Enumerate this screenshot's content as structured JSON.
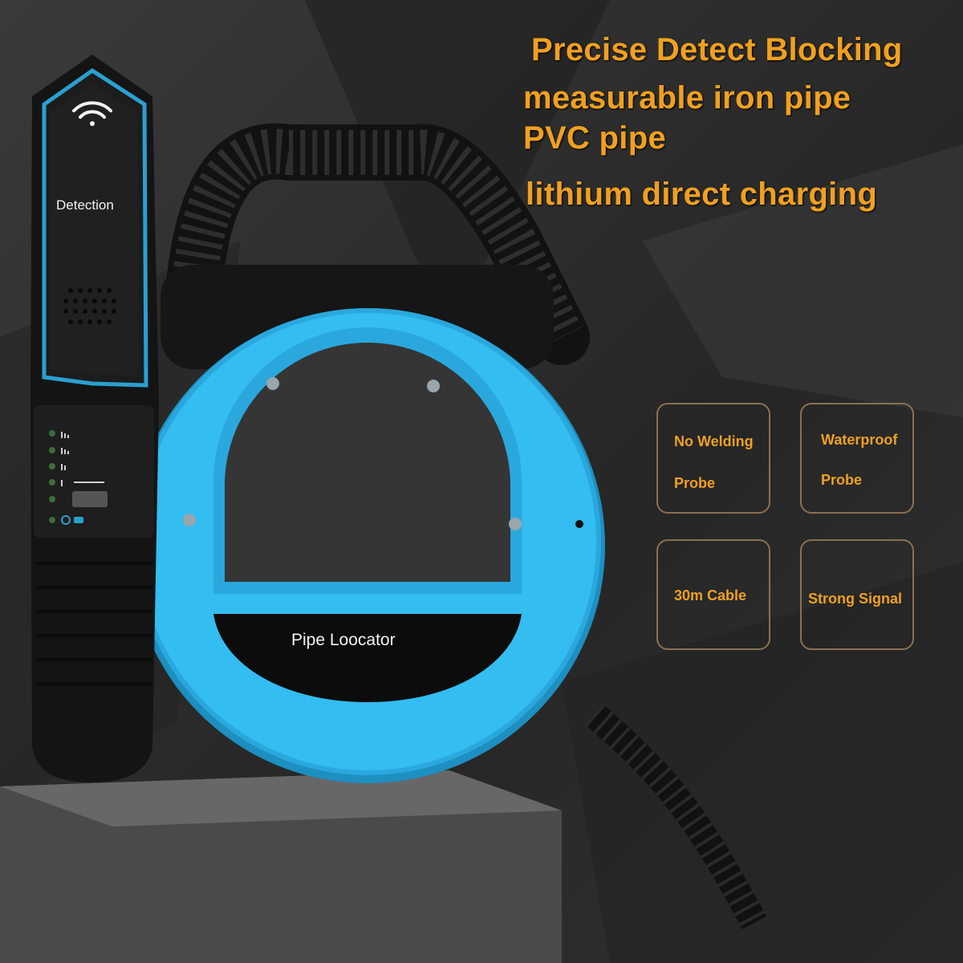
{
  "headlines": {
    "line1": "Precise Detect Blocking",
    "line2": "measurable iron pipe",
    "line3": "PVC pipe",
    "line4": "lithium direct charging"
  },
  "features": {
    "no_welding": {
      "line1": "No Welding",
      "line2": "Probe"
    },
    "waterproof": {
      "line1": "Waterproof",
      "line2": "Probe"
    },
    "cable": {
      "line1": "30m Cable"
    },
    "signal": {
      "line1": "Strong Signal"
    }
  },
  "device": {
    "detector_label": "Detection",
    "reel_label": "Pipe Loocator"
  },
  "colors": {
    "accent_text": "#f0a020",
    "reel_blue": "#33bdf0",
    "feature_border": "#8a7050",
    "background": "#2e2e2e"
  },
  "icons": [
    "wifi-icon",
    "signal-bars-icon",
    "power-icon",
    "speaker-grille-icon"
  ]
}
